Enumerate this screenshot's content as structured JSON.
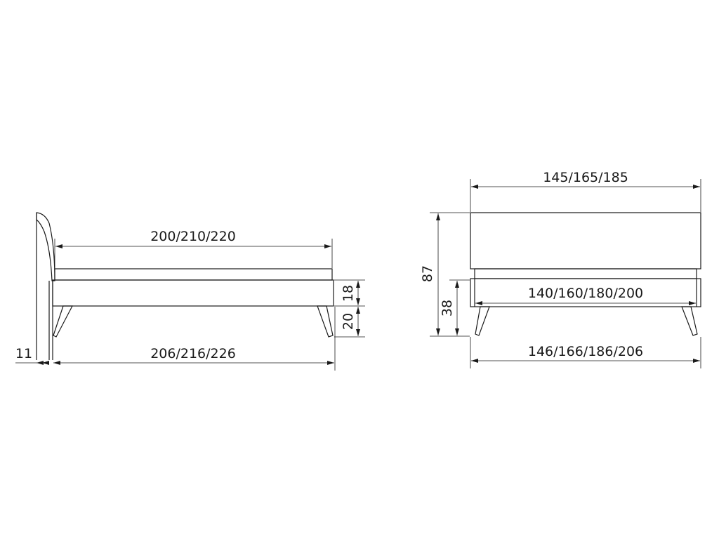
{
  "side_view": {
    "length_inner": "200/210/220",
    "length_outer": "206/216/226",
    "headboard_thickness": "11",
    "frame_height": "18",
    "leg_height": "20"
  },
  "front_view": {
    "width_top": "145/165/185",
    "width_inner": "140/160/180/200",
    "width_outer": "146/166/186/206",
    "total_height": "87",
    "bed_height": "38"
  }
}
